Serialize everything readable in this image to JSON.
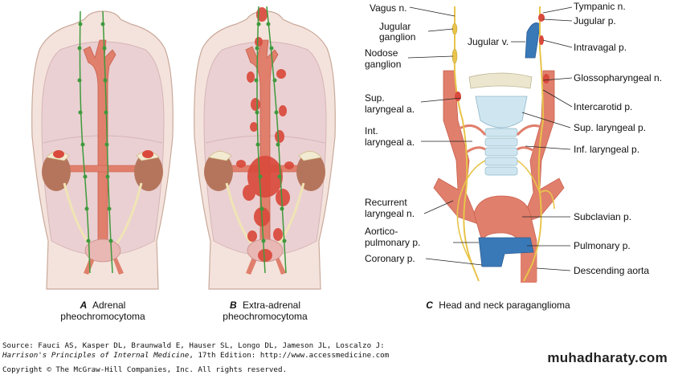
{
  "panels": {
    "a": {
      "letter": "A",
      "line1": "Adrenal",
      "line2": "pheochromocytoma"
    },
    "b": {
      "letter": "B",
      "line1": "Extra-adrenal",
      "line2": "pheochromocytoma"
    },
    "c": {
      "letter": "C",
      "title": "Head and neck paraganglioma"
    }
  },
  "labels_left": {
    "vagus": "Vagus n.",
    "jugular_ganglion_1": "Jugular",
    "jugular_ganglion_2": "ganglion",
    "nodose_ganglion_1": "Nodose",
    "nodose_ganglion_2": "ganglion",
    "sup_laryngeal_1": "Sup.",
    "sup_laryngeal_2": "laryngeal a.",
    "int_laryngeal_1": "Int.",
    "int_laryngeal_2": "laryngeal a.",
    "recurrent_1": "Recurrent",
    "recurrent_2": "laryngeal n.",
    "aortico_1": "Aortico-",
    "aortico_2": "pulmonary p.",
    "coronary": "Coronary p.",
    "jugular_v": "Jugular v."
  },
  "labels_right": {
    "tympanic": "Tympanic n.",
    "jugular_p": "Jugular p.",
    "intravagal": "Intravagal p.",
    "glossopharyngeal": "Glossopharyngeal n.",
    "intercarotid": "Intercarotid p.",
    "sup_laryngeal_p": "Sup. laryngeal p.",
    "inf_laryngeal_p": "Inf. laryngeal p.",
    "subclavian": "Subclavian p.",
    "pulmonary": "Pulmonary p.",
    "descending_aorta": "Descending aorta"
  },
  "source": {
    "line1": "Source: Fauci AS, Kasper DL, Braunwald E, Hauser SL, Longo DL, Jameson JL, Loscalzo J:",
    "line2_book": "Harrison's Principles of Internal Medicine",
    "line2_rest": ", 17th Edition: http://www.accessmedicine.com",
    "line3": "Copyright © The McGraw-Hill Companies, Inc. All rights reserved."
  },
  "watermark": "muhadharaty.com",
  "colors": {
    "artery": "#e07f6c",
    "artery_dark": "#c9604f",
    "tumor": "#d94a3c",
    "vein": "#3a79b8",
    "nerve": "#e8c44a",
    "sympathetic_chain": "#3e9a3c",
    "body": "#f4e3dc",
    "body_outline": "#c9a99a",
    "cavity": "#ead0d2",
    "kidney": "#b5755c",
    "larynx": "#cfe6f0"
  }
}
